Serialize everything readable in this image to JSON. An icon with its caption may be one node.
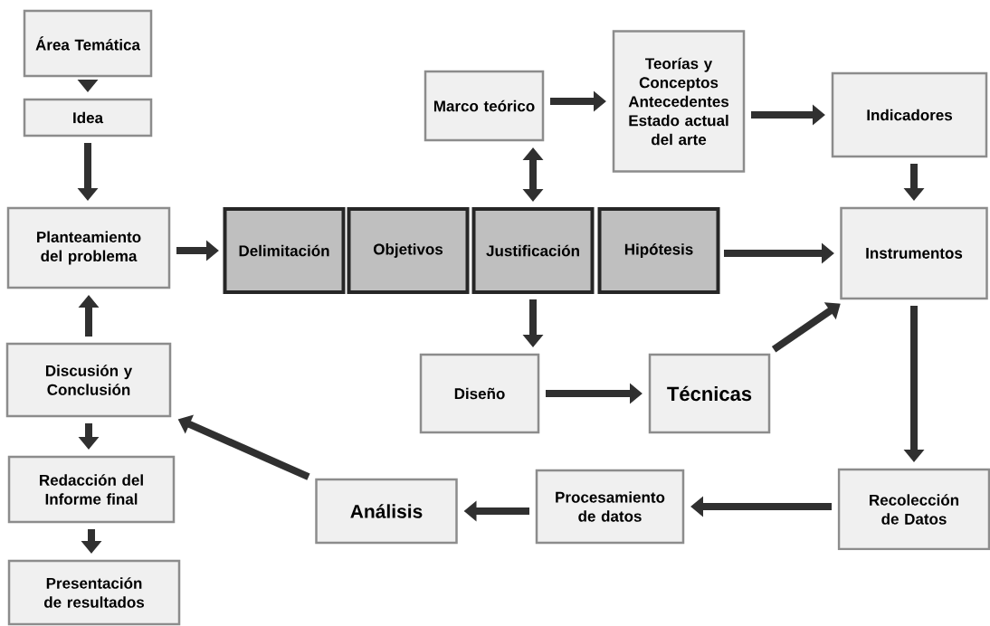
{
  "diagram": {
    "nodes": [
      {
        "text": [
          "Área Temática"
        ]
      },
      {
        "text": [
          "Idea"
        ]
      },
      {
        "text": [
          "Planteamiento del problema"
        ]
      },
      {
        "text": [
          "Discusión y Conclusión"
        ]
      },
      {
        "text": [
          "Redacción del Informe final"
        ]
      },
      {
        "text": [
          "Presentación de resultados"
        ]
      },
      {
        "text": [
          "Delimitación"
        ]
      },
      {
        "text": [
          "Objetivos"
        ]
      },
      {
        "text": [
          "Justificación"
        ]
      },
      {
        "text": [
          "Hipótesis"
        ]
      },
      {
        "text": [
          "Marco teórico"
        ]
      },
      {
        "text": [
          "Teorías y Conceptos Antecedentes Estado actual del arte"
        ]
      },
      {
        "text": [
          "Indicadores"
        ]
      },
      {
        "text": [
          "Instrumentos"
        ]
      },
      {
        "text": [
          "Diseño"
        ]
      },
      {
        "text": [
          "Técnicas"
        ]
      },
      {
        "text": [
          "Recolección de Datos"
        ]
      },
      {
        "text": [
          "Procesamiento de datos"
        ]
      },
      {
        "text": [
          "Análisis"
        ]
      }
    ],
    "edges": [
      {
        "from": 0,
        "to": 1,
        "arrow": "to"
      },
      {
        "from": 1,
        "to": 2,
        "arrow": "to"
      },
      {
        "from": 2,
        "to": 6,
        "arrow": "to"
      },
      {
        "from": 10,
        "to": 8,
        "arrow": "both"
      },
      {
        "from": 8,
        "to": 14,
        "arrow": "to"
      },
      {
        "from": 10,
        "to": 11,
        "arrow": "to"
      },
      {
        "from": 11,
        "to": 12,
        "arrow": "to"
      },
      {
        "from": 12,
        "to": 13,
        "arrow": "to"
      },
      {
        "from": 9,
        "to": 13,
        "arrow": "to"
      },
      {
        "from": 14,
        "to": 15,
        "arrow": "to"
      },
      {
        "from": 15,
        "to": 13,
        "arrow": "to"
      },
      {
        "from": 13,
        "to": 16,
        "arrow": "to"
      },
      {
        "from": 16,
        "to": 17,
        "arrow": "to"
      },
      {
        "from": 17,
        "to": 18,
        "arrow": "to"
      },
      {
        "from": 18,
        "to": 3,
        "arrow": "to"
      },
      {
        "from": 3,
        "to": 2,
        "arrow": "to"
      },
      {
        "from": 3,
        "to": 4,
        "arrow": "to"
      },
      {
        "from": 4,
        "to": 5,
        "arrow": "to"
      }
    ]
  }
}
